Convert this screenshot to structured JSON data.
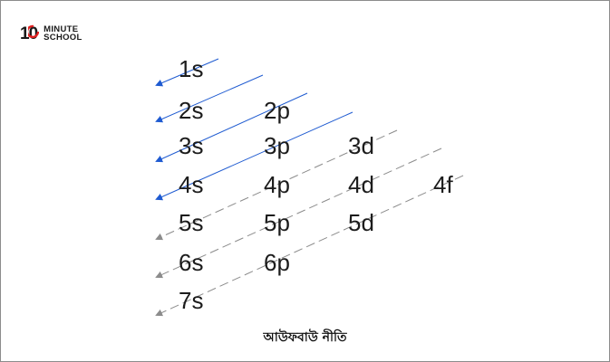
{
  "logo": {
    "number": "10",
    "line1": "MINUTE",
    "line2": "SCHOOL"
  },
  "rows": [
    [
      "1s"
    ],
    [
      "2s",
      "2p"
    ],
    [
      "3s",
      "3p",
      "3d"
    ],
    [
      "4s",
      "4p",
      "4d",
      "4f"
    ],
    [
      "5s",
      "5p",
      "5d"
    ],
    [
      "6s",
      "6p"
    ],
    [
      "7s"
    ]
  ],
  "arrows": [
    {
      "style": "solid",
      "color": "#1f5bd1"
    },
    {
      "style": "solid",
      "color": "#1f5bd1"
    },
    {
      "style": "solid",
      "color": "#1f5bd1"
    },
    {
      "style": "solid",
      "color": "#1f5bd1"
    },
    {
      "style": "dashed",
      "color": "#8c8c8c"
    },
    {
      "style": "dashed",
      "color": "#8c8c8c"
    },
    {
      "style": "dashed",
      "color": "#8c8c8c"
    }
  ],
  "caption": "আউফবাউ নীতি"
}
